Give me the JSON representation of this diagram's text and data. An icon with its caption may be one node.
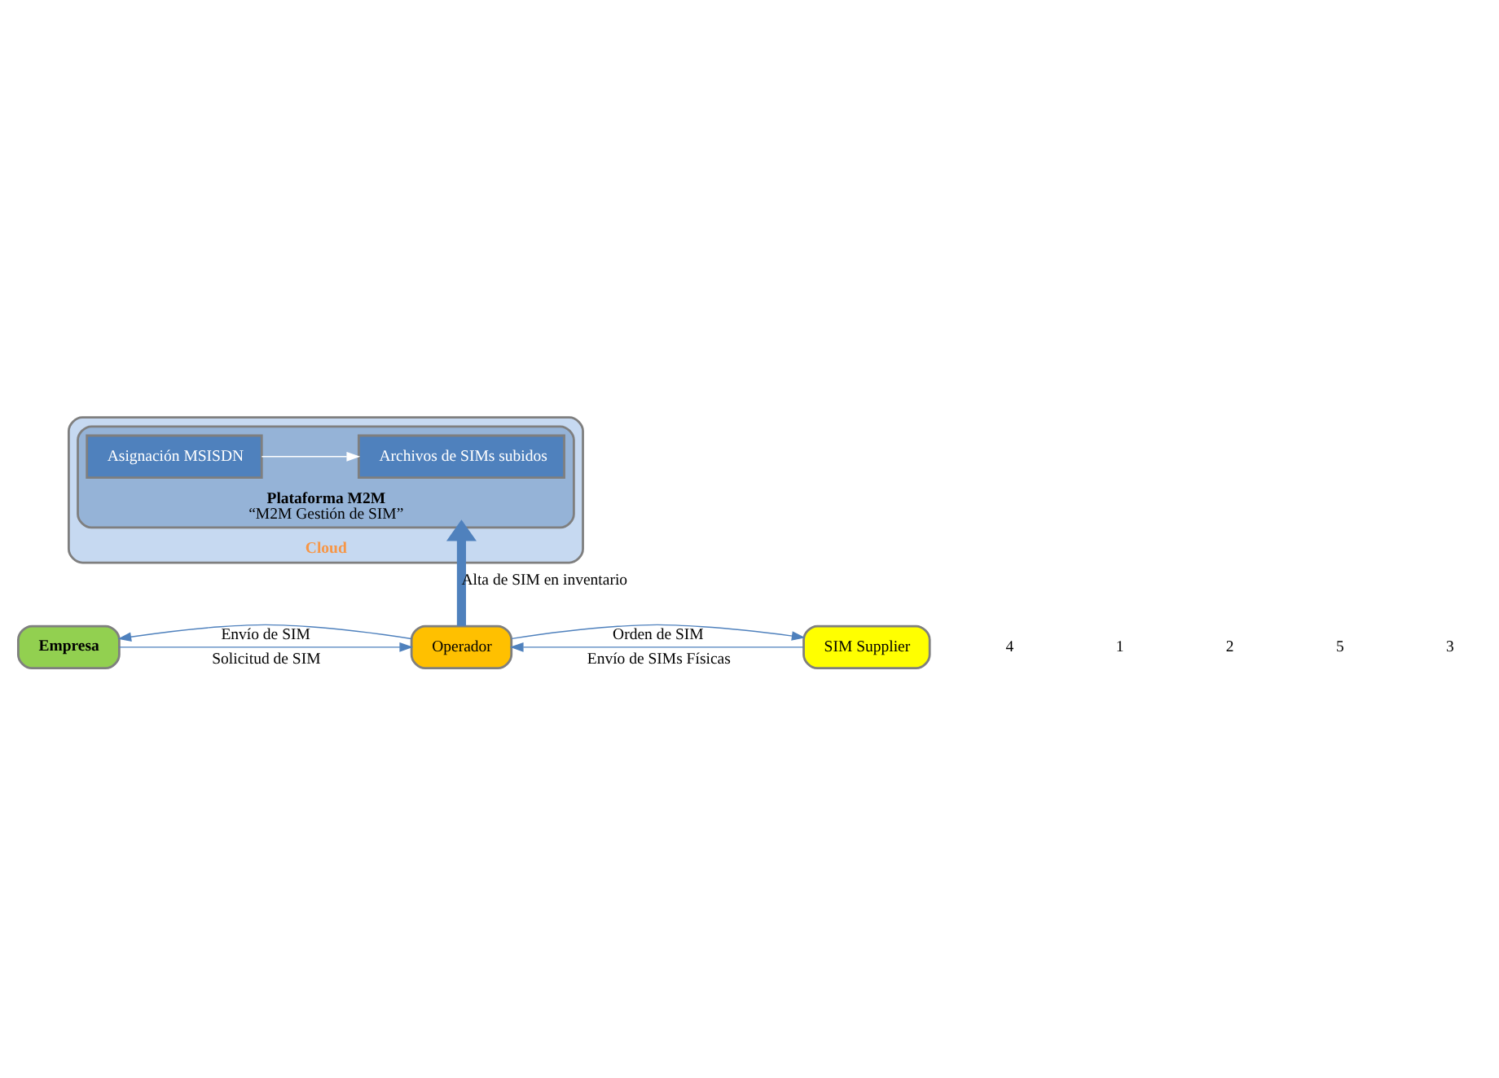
{
  "diagram": {
    "nodes": [
      {
        "text": [
          "Cloud"
        ]
      },
      {
        "text": [
          "Plataforma M2M",
          "“M2M Gestión de SIM”"
        ],
        "in": 0
      },
      {
        "text": [
          "Archivos de SIMs subidos"
        ],
        "in": 1
      },
      {
        "text": [
          "Asignación MSISDN"
        ],
        "in": 1
      },
      {
        "text": [
          "Empresa"
        ]
      },
      {
        "text": [
          "Operador"
        ]
      },
      {
        "text": [
          "SIM Supplier"
        ]
      }
    ],
    "edges": [
      {
        "from": 3,
        "to": 2,
        "arrow": "to",
        "color": "#ffffff"
      },
      {
        "from": 5,
        "to": 1,
        "arrow": "to",
        "label": "Alta de SIM en inventario",
        "style": "thick"
      },
      {
        "from": 4,
        "to": 5,
        "arrow": "to",
        "label": "Solicitud de SIM"
      },
      {
        "from": 5,
        "to": 4,
        "arrow": "to",
        "label": "Envío de SIM"
      },
      {
        "from": 5,
        "to": 6,
        "arrow": "to",
        "label": "Orden de SIM"
      },
      {
        "from": 6,
        "to": 5,
        "arrow": "to",
        "label": "Envío de SIMs Físicas"
      }
    ],
    "labels": [
      "4",
      "1",
      "2",
      "5",
      "3"
    ]
  }
}
